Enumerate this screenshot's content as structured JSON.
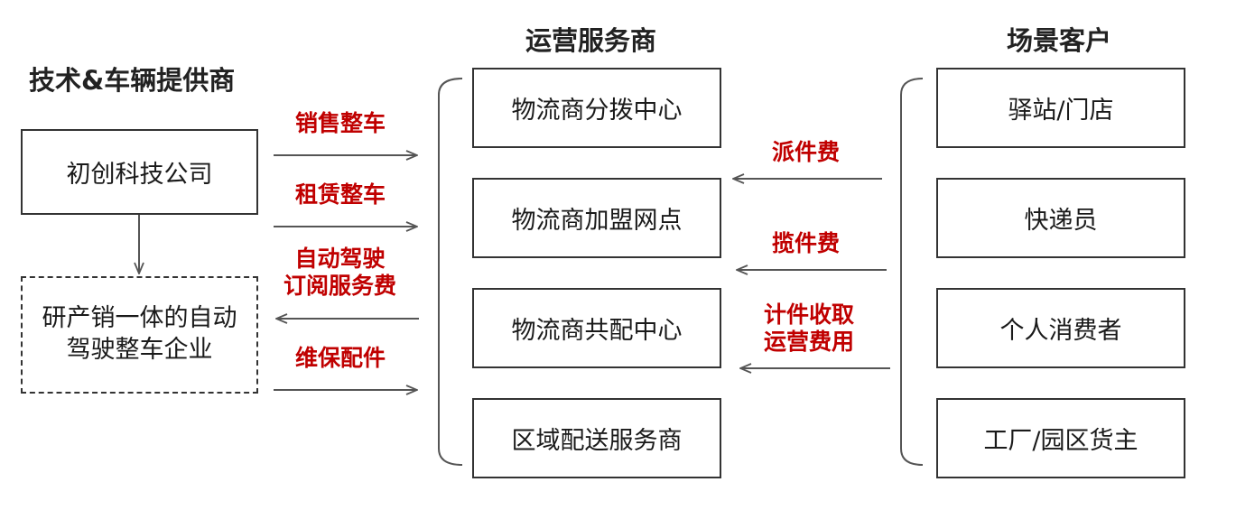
{
  "headings": {
    "tech_provider": "技术&车辆提供商",
    "operator": "运营服务商",
    "customer": "场景客户"
  },
  "tech_boxes": {
    "startup": "初创科技公司",
    "integrated": "研产销一体的自动驾驶整车企业"
  },
  "operator_boxes": [
    "物流商分拨中心",
    "物流商加盟网点",
    "物流商共配中心",
    "区域配送服务商"
  ],
  "customer_boxes": [
    "驿站/门店",
    "快递员",
    "个人消费者",
    "工厂/园区货主"
  ],
  "left_flows": [
    "销售整车",
    "租赁整车",
    "自动驾驶\n订阅服务费",
    "维保配件"
  ],
  "right_flows": [
    "派件费",
    "揽件费",
    "计件收取\n运营费用"
  ],
  "colors": {
    "flow_label": "#c00000",
    "line": "#555555",
    "border": "#333333"
  }
}
